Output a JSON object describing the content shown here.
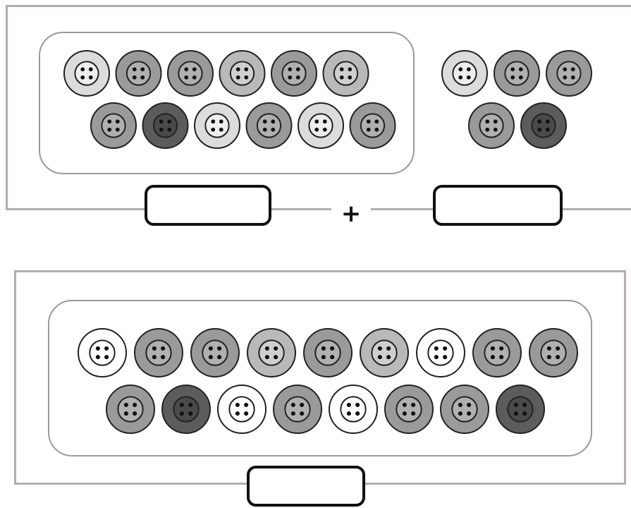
{
  "operator": "+",
  "shades": {
    "white": "#ffffff",
    "light": "#dcdcdc",
    "mid": "#b9b9b9",
    "gray": "#9a9a9a",
    "dark": "#5c5c5c"
  },
  "top_left_group": {
    "row1": [
      "light",
      "gray",
      "gray",
      "mid",
      "gray",
      "mid"
    ],
    "row2": [
      "gray",
      "dark",
      "light",
      "gray",
      "light",
      "gray"
    ]
  },
  "top_right_group": {
    "row1": [
      "light",
      "gray",
      "gray"
    ],
    "row2": [
      "gray",
      "dark"
    ]
  },
  "bottom_group": {
    "row1": [
      "white",
      "gray",
      "gray",
      "mid",
      "gray",
      "mid",
      "white",
      "gray",
      "gray"
    ],
    "row2": [
      "gray",
      "dark",
      "white",
      "gray",
      "white",
      "gray",
      "gray",
      "dark"
    ]
  },
  "answers": {
    "left_addend": "",
    "right_addend": "",
    "total": ""
  }
}
